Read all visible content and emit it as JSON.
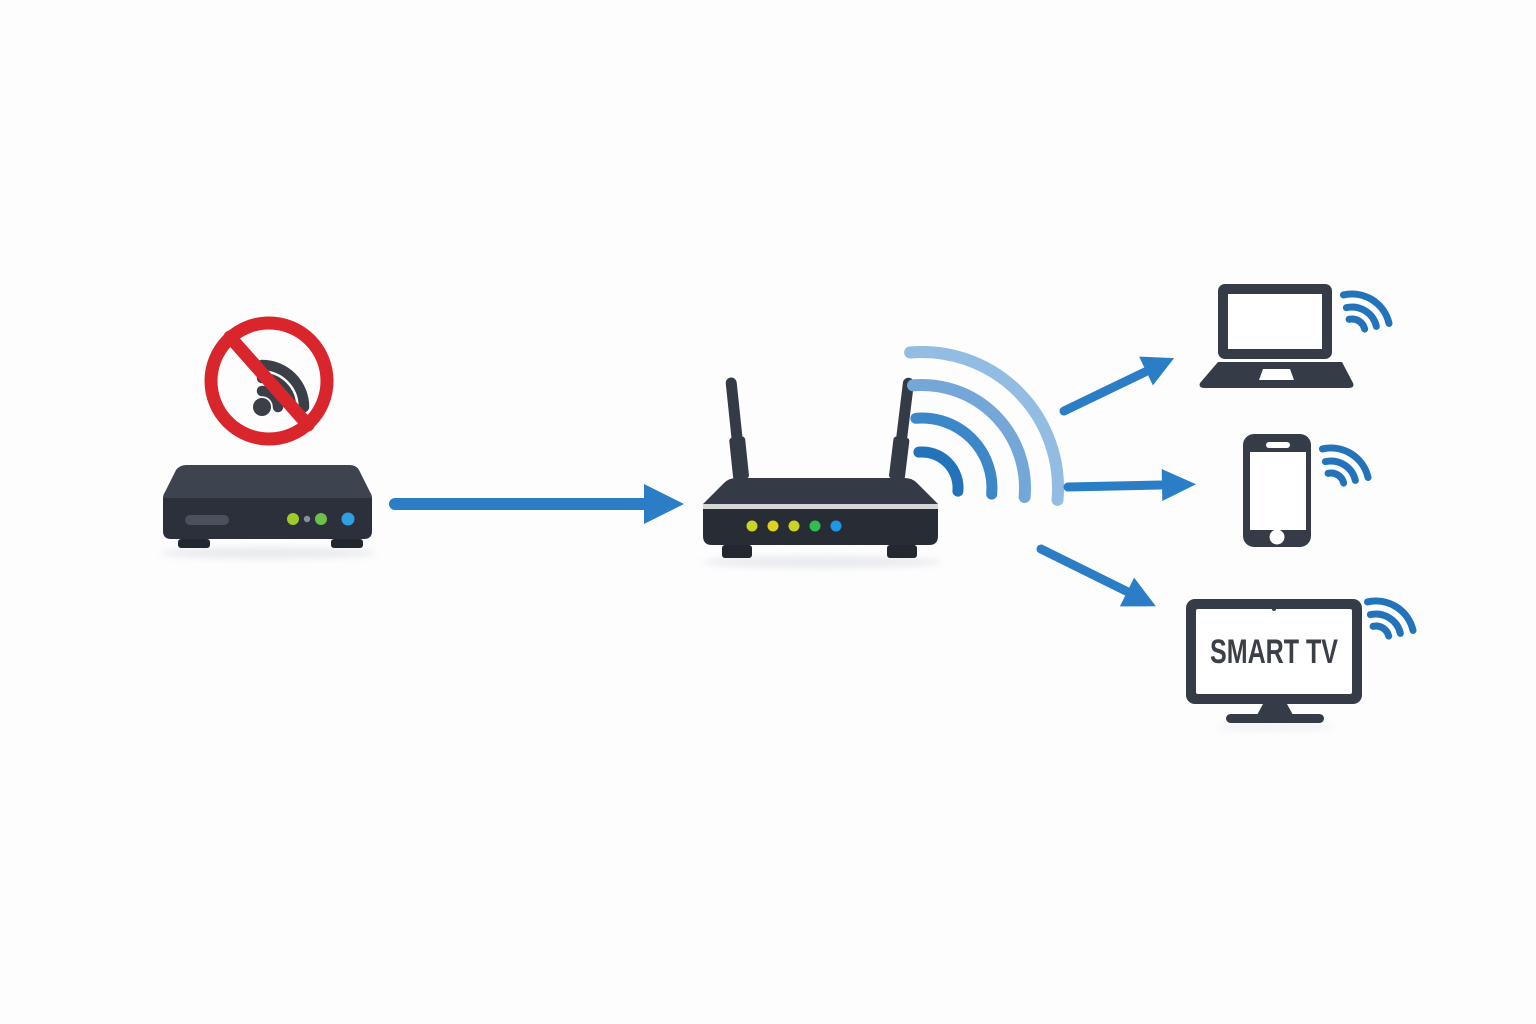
{
  "diagram": {
    "type": "network-flow",
    "nodes": [
      {
        "id": "modem",
        "kind": "modem",
        "annotation": "no-wifi",
        "leds": [
          "green",
          "dim",
          "green",
          "blue"
        ]
      },
      {
        "id": "router",
        "kind": "wireless-router",
        "antennas": 2,
        "leds": [
          "yellow-green",
          "yellow",
          "yellow-green",
          "green",
          "blue"
        ]
      },
      {
        "id": "laptop",
        "kind": "laptop",
        "wifi": true
      },
      {
        "id": "smartphone",
        "kind": "smartphone",
        "wifi": true
      },
      {
        "id": "smart-tv",
        "kind": "smart-tv",
        "label": "SMART TV",
        "wifi": true
      }
    ],
    "connections": [
      {
        "from": "modem",
        "to": "router",
        "style": "solid-arrow"
      },
      {
        "from": "router",
        "to": "laptop",
        "style": "solid-arrow"
      },
      {
        "from": "router",
        "to": "smartphone",
        "style": "solid-arrow"
      },
      {
        "from": "router",
        "to": "smart-tv",
        "style": "solid-arrow"
      }
    ]
  },
  "colors": {
    "background": "#fdfdfe",
    "device_dark": "#353c48",
    "device_foot": "#23272f",
    "modem_top": "#3d4450",
    "modem_front": "#2b303a",
    "modem_slot": "#4a505c",
    "router_top": "#343b47",
    "router_front": "#272c35",
    "stripe_silver": "#d5d7d9",
    "screen_white": "#ffffff",
    "prohibited_red": "#d8262c",
    "wifi_glyph_dark": "#3a3f48",
    "accent_blue": "#2b7ec5",
    "wifi_blue_1": "#2273b9",
    "wifi_blue_2": "#3b87c8",
    "wifi_blue_3": "#74a7d8",
    "wifi_blue_4": "#93bce3",
    "led_yellow_green": "#c9d425",
    "led_yellow": "#ddd21f",
    "led_green": "#30bf4d",
    "led_blue": "#1f97e6",
    "modem_led_green": "#9ecb27",
    "modem_led_dim": "#8a8f98",
    "modem_led_green2": "#6cc04b",
    "modem_led_blue": "#2d9fe2",
    "shadow": "#dfe1e5"
  }
}
